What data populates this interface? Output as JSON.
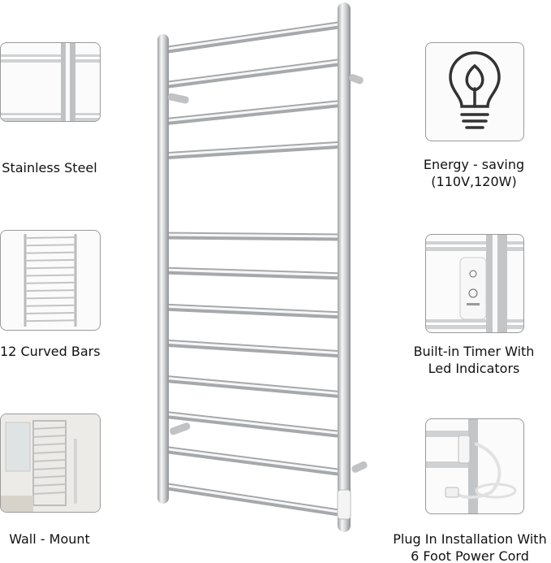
{
  "features_left": [
    {
      "label": "Stainless Steel",
      "icon": "steel-bars-closeup"
    },
    {
      "label": "12 Curved Bars",
      "icon": "ladder-rack"
    },
    {
      "label": "Wall - Mount",
      "icon": "bathroom-wall"
    }
  ],
  "features_right": [
    {
      "label_line1": "Energy - saving",
      "label_line2": "(110V,120W)",
      "icon": "lightbulb-leaf-icon"
    },
    {
      "label_line1": "Built-in Timer With",
      "label_line2": "Led Indicators",
      "icon": "timer-switch"
    },
    {
      "label_line1": "Plug In Installation With",
      "label_line2": "6 Foot Power Cord",
      "icon": "power-plug-cord"
    }
  ],
  "product": {
    "bar_count": 12,
    "color": "#c8cacc"
  }
}
